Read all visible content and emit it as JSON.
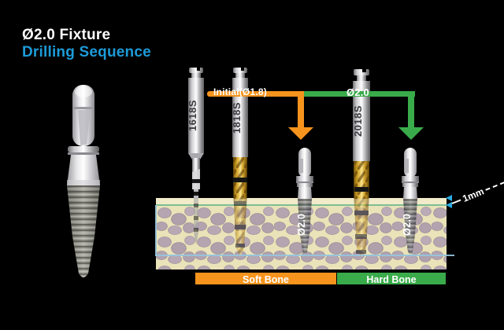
{
  "title": {
    "line1": "Ø2.0 Fixture",
    "line2": "Drilling Sequence"
  },
  "drills": [
    {
      "label": "1618S"
    },
    {
      "label": "1818S"
    },
    {
      "label": "2018S"
    }
  ],
  "sequence_arrows": [
    {
      "label": "Initial(Ø1.8)",
      "color": "#F7941D"
    },
    {
      "label": "Ø2.0",
      "color": "#3AAB4A"
    }
  ],
  "implants": [
    {
      "label": "Ø2.0"
    },
    {
      "label": "Ø2.0"
    }
  ],
  "bone_annotation": {
    "depth_label": "1mm",
    "marker_color": "#29ABE2"
  },
  "legend": [
    {
      "label": "Soft Bone",
      "color": "#F7941D"
    },
    {
      "label": "Hard Bone",
      "color": "#3AAB4A"
    }
  ],
  "colors": {
    "background": "#000000",
    "title_accent": "#1D9BD8",
    "bone_fill": "#EAE2B8",
    "bone_speckle": "#B4A5B1",
    "cortical_strip": "#F1EBCA",
    "cortical_line": "#7FBE94",
    "depth_line": "#92C7DF",
    "drill_gold": "#D9A62E"
  }
}
